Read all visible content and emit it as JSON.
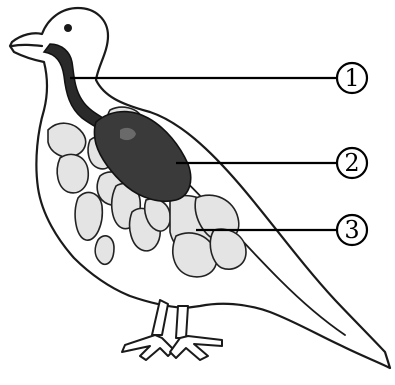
{
  "diagram": {
    "labels": [
      {
        "id": "marker-1",
        "text": "1"
      },
      {
        "id": "marker-2",
        "text": "2"
      },
      {
        "id": "marker-3",
        "text": "3"
      }
    ]
  }
}
